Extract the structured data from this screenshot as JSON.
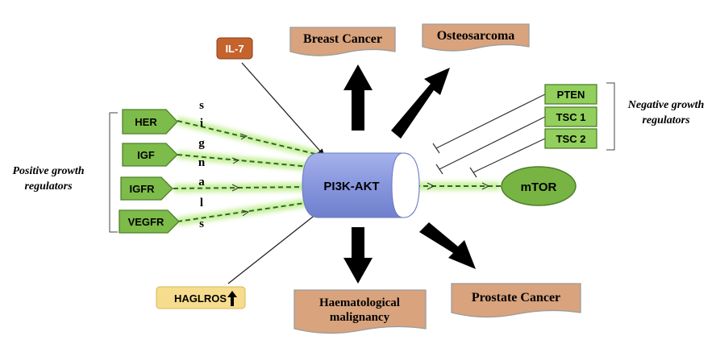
{
  "center": {
    "label": "PI3K-AKT"
  },
  "mtor": {
    "label": "mTOR"
  },
  "positive_regulators": {
    "label_line1": "Positive growth",
    "label_line2": "regulators",
    "items": [
      "HER",
      "IGF",
      "IGFR",
      "VEGFR"
    ]
  },
  "signals_letters": [
    "s",
    "i",
    "g",
    "n",
    "a",
    "l",
    "s"
  ],
  "negative_regulators": {
    "label_line1": "Negative growth",
    "label_line2": "regulators",
    "items": [
      "PTEN",
      "TSC 1",
      "TSC 2"
    ]
  },
  "il7": {
    "label": "IL-7"
  },
  "haglros": {
    "label": "HAGLROS",
    "arrow_glyph": "🡅"
  },
  "outcomes": {
    "breast_cancer": "Breast Cancer",
    "osteosarcoma": "Osteosarcoma",
    "haematological_line1": "Haematological",
    "haematological_line2": "malignancy",
    "prostate_cancer": "Prostate Cancer"
  },
  "colors": {
    "green_box": "#7dbb4a",
    "green_box_border": "#4f7f2a",
    "mtor_fill": "#77b443",
    "il7_fill": "#c5632d",
    "haglros_fill": "#f6dc8d",
    "outcome_fill": "#d9a37d",
    "outcome_border": "#9c9c9c",
    "cylinder_fill": "#8f9ee0",
    "glow": "#c6ef9a",
    "arrow": "#000000"
  }
}
